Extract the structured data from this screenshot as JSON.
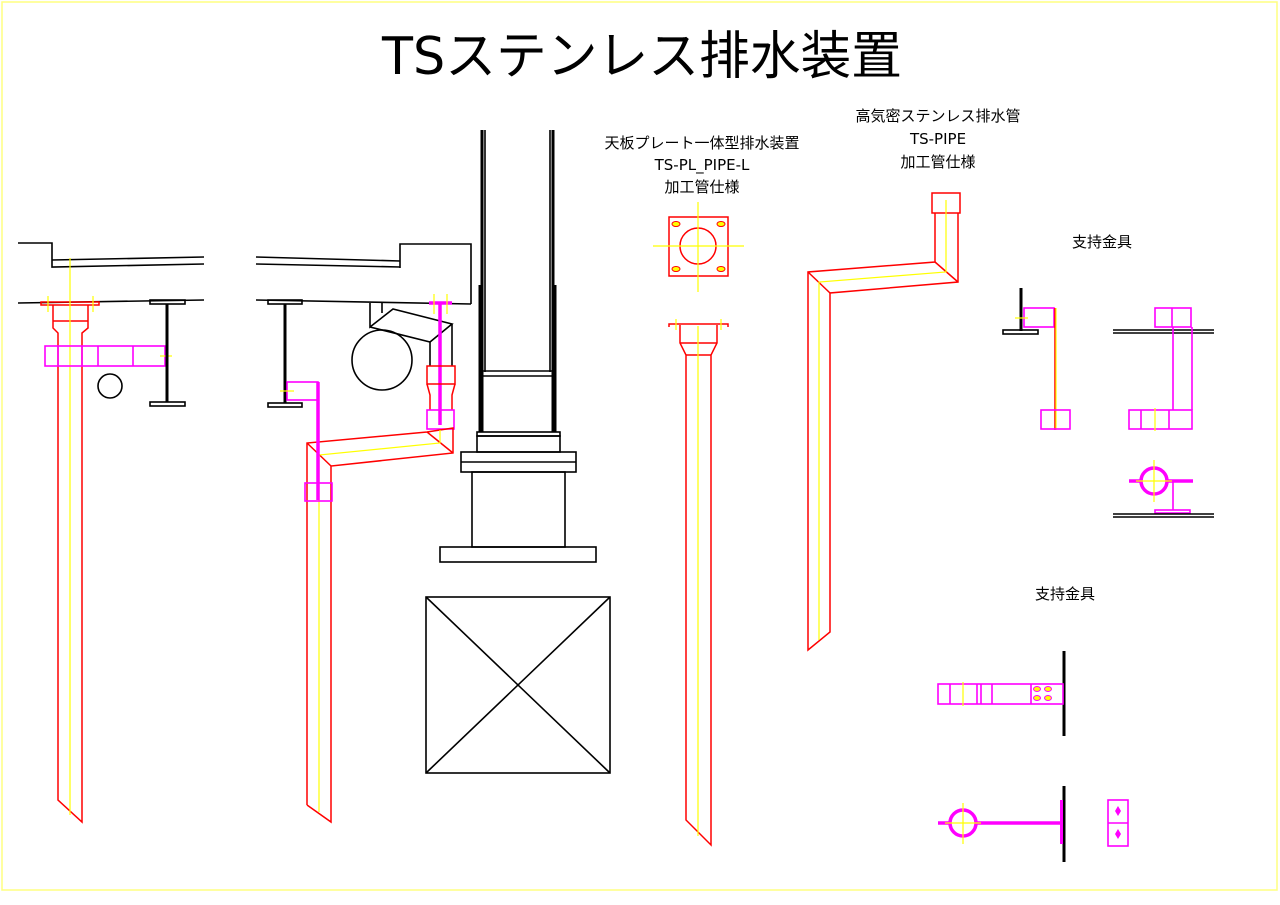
{
  "title": "TSステンレス排水装置",
  "colors": {
    "pipe": "#ff0000",
    "centerline": "#ffff00",
    "support": "#ff00ff",
    "structure": "#000000",
    "border": "#ffff80"
  },
  "plate_drain": {
    "name": "天板プレート一体型排水装置",
    "model": "TS-PL_PIPE-L",
    "spec": "加工管仕様"
  },
  "airtight_pipe": {
    "name": "高気密ステンレス排水管",
    "model": "TS-PIPE",
    "spec": "加工管仕様"
  },
  "support_label_1": "支持金具",
  "support_label_2": "支持金具"
}
